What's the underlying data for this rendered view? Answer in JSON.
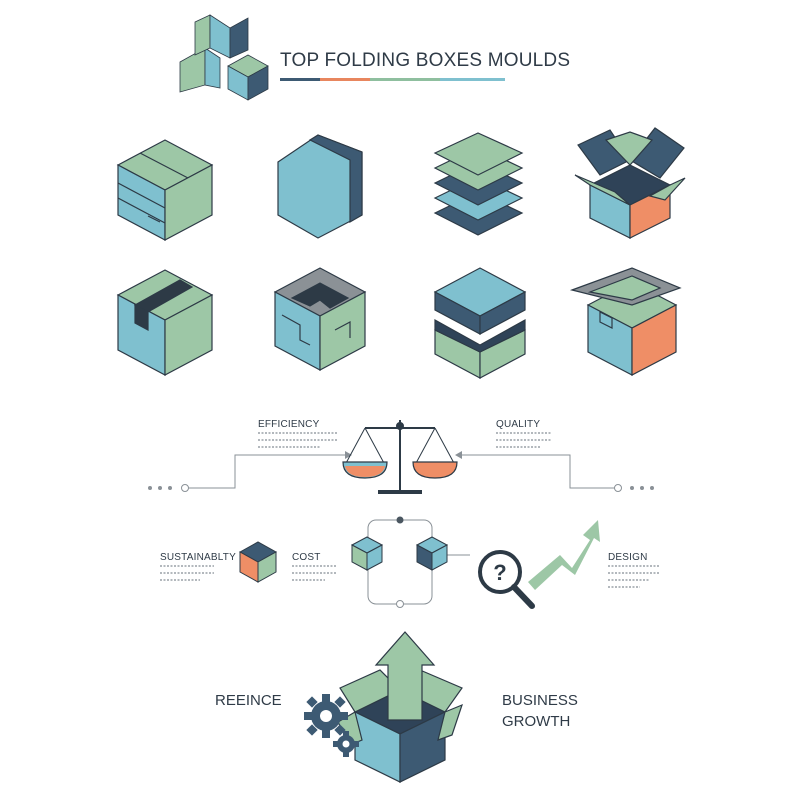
{
  "header": {
    "title": "TOP FOLDING BOXES MOULDS",
    "underline_colors": [
      "#3d5a73",
      "#e8865e",
      "#8fbf9f",
      "#7fc0cf"
    ]
  },
  "palette": {
    "teal": "#7fc0cf",
    "green": "#9dc7a6",
    "navy": "#3d5a73",
    "orange": "#ef8e66",
    "gray": "#8b9196",
    "outline": "#2d3a46"
  },
  "icons": {
    "row1": [
      "taped-box-icon",
      "hexagon-box-icon",
      "stacked-sheets-icon",
      "open-box-icon"
    ],
    "row2": [
      "strapped-box-icon",
      "folded-cube-icon",
      "split-box-icon",
      "lid-open-box-icon"
    ]
  },
  "labels": {
    "efficiency": "EFFICIENCY",
    "quality": "QUALITY",
    "sustainability": "SUSTAINABLTY",
    "cost": "COST",
    "design": "DESIGN",
    "reeince": "REEINCE",
    "business_line1": "BUSINESS",
    "business_line2": "GROWTH"
  }
}
